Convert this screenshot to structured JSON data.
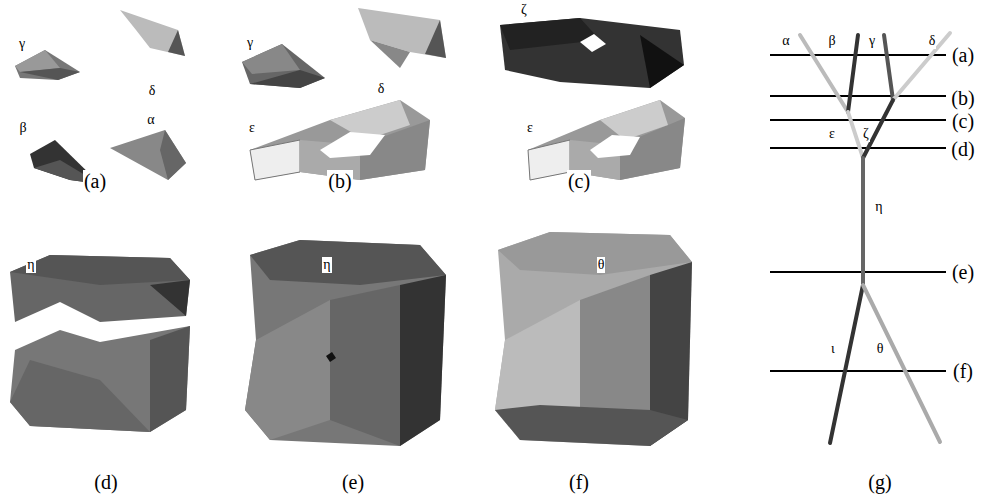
{
  "diagram": {
    "labels": [
      "γ",
      "δ",
      "β",
      "α",
      "(a)",
      "γ",
      "δ",
      "ε",
      "(b)",
      "ζ",
      "ε",
      "(c)",
      "α",
      "β",
      "γ",
      "δ",
      "(a)",
      "(b)",
      "ε",
      "ζ",
      "(c)",
      "(d)",
      "η",
      "(e)",
      "ι",
      "θ",
      "(f)",
      "η",
      "η",
      "θ",
      "(d)",
      "(e)",
      "(f)",
      "(g)"
    ]
  }
}
